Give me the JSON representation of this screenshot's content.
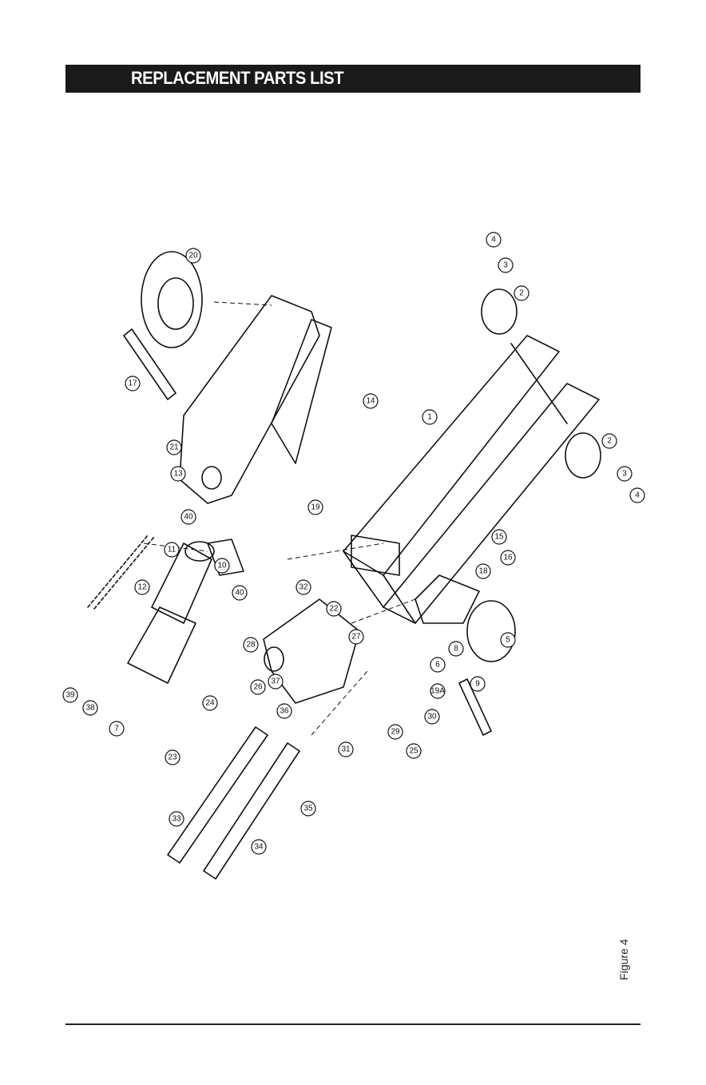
{
  "header": {
    "title": "REPLACEMENT PARTS LIST"
  },
  "figure": {
    "caption": "Figure 4"
  },
  "callouts": [
    "1",
    "2",
    "2",
    "3",
    "3",
    "4",
    "4",
    "5",
    "6",
    "7",
    "8",
    "9",
    "10",
    "11",
    "12",
    "13",
    "14",
    "15",
    "16",
    "17",
    "18",
    "19",
    "20",
    "21",
    "22",
    "23",
    "24",
    "25",
    "26",
    "27",
    "28",
    "29",
    "30",
    "31",
    "32",
    "33",
    "34",
    "35",
    "36",
    "37",
    "38",
    "39",
    "40",
    "40",
    "19A"
  ]
}
